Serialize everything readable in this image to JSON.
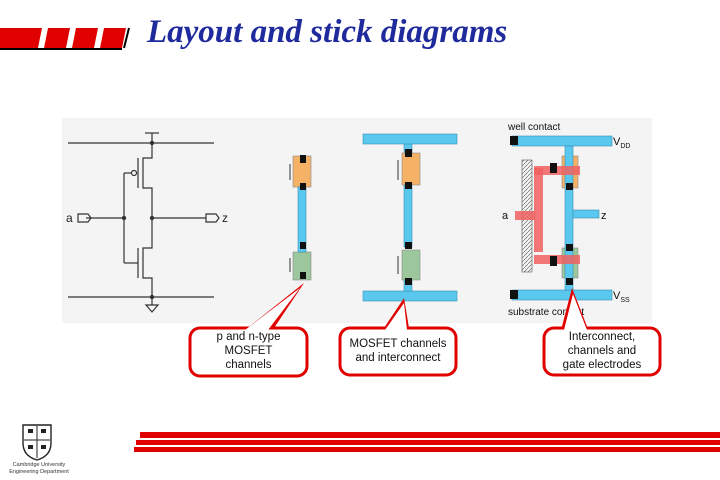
{
  "title": "Layout and stick diagrams",
  "schematic": {
    "input_label": "a",
    "output_label": "z"
  },
  "layout": {
    "well_contact": "well contact",
    "vdd": "V",
    "vdd_sub": "DD",
    "vss": "V",
    "vss_sub": "SS",
    "substrate_contact": "substrate contact",
    "input_label": "a",
    "output_label": "z"
  },
  "callouts": [
    {
      "line1": "p and n-type",
      "line2": "MOSFET",
      "line3": "channels"
    },
    {
      "line1": "MOSFET channels",
      "line2": "and interconnect"
    },
    {
      "line1": "Interconnect,",
      "line2": "channels and",
      "line3": "gate electrodes"
    }
  ],
  "footer": {
    "line1": "Cambridge University",
    "line2": "Engineering Department"
  },
  "colors": {
    "title": "#1f2a9c",
    "accent_red": "#e00000",
    "metal_blue": "#5ac8ee",
    "p_diffusion": "#f5b266",
    "n_diffusion": "#9cc79c",
    "poly_red": "#f06060"
  }
}
